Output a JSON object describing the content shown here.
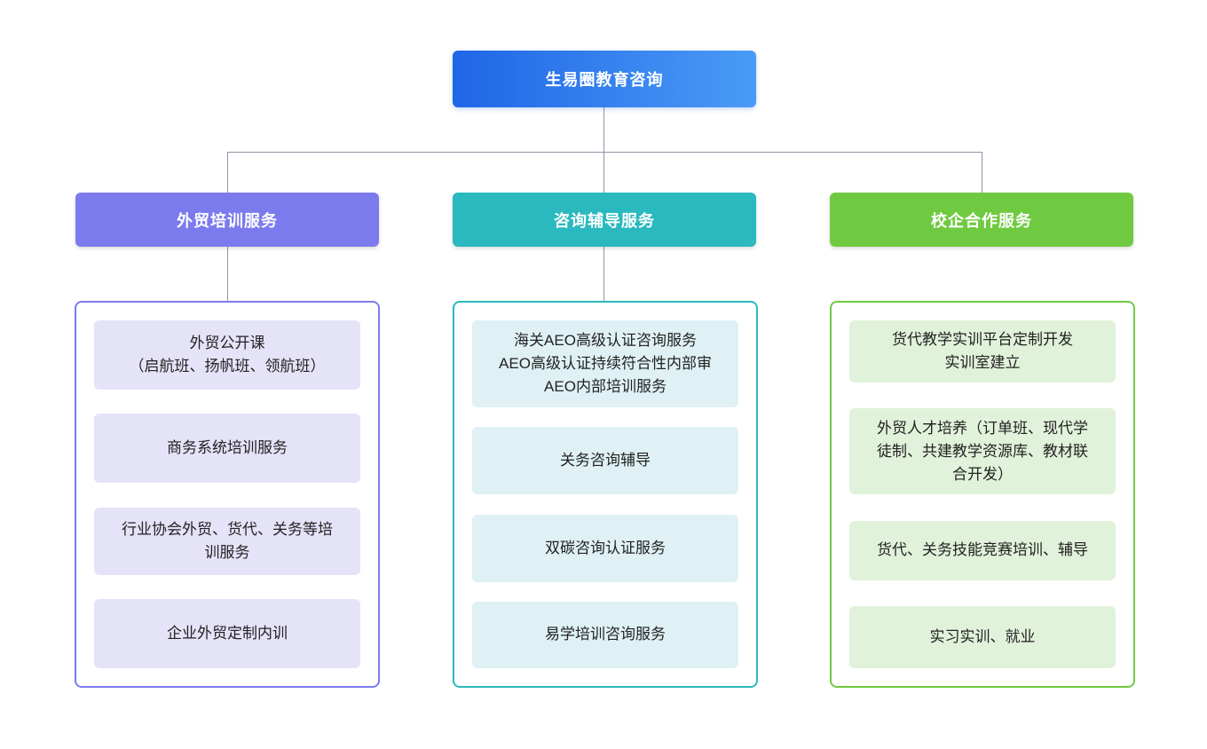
{
  "page": {
    "background": "#ffffff"
  },
  "root": {
    "label": "生易圈教育咨询",
    "gradient_left": "#2066e7",
    "gradient_right": "#4a9bf6",
    "text_color": "#ffffff"
  },
  "connectors": {
    "color": "#8d96a6"
  },
  "branches": [
    {
      "label": "外贸培训服务",
      "accent": "#7c7bee",
      "cell_bg": "#e5e3f8",
      "items": [
        "外贸公开课\n（启航班、扬帆班、领航班）",
        "商务系统培训服务",
        "行业协会外贸、货代、关务等培\n训服务",
        "企业外贸定制内训"
      ]
    },
    {
      "label": "咨询辅导服务",
      "accent": "#2ab9be",
      "cell_bg": "#dff1f4",
      "items": [
        "海关AEO高级认证咨询服务\nAEO高级认证持续符合性内部审\nAEO内部培训服务",
        "关务咨询辅导",
        "双碳咨询认证服务",
        "易学培训咨询服务"
      ]
    },
    {
      "label": "校企合作服务",
      "accent": "#70ca41",
      "cell_bg": "#e1f2da",
      "items": [
        "货代教学实训平台定制开发\n实训室建立",
        "外贸人才培养（订单班、现代学\n徒制、共建教学资源库、教材联\n合开发）",
        "货代、关务技能竞赛培训、辅导",
        "实习实训、就业"
      ]
    }
  ]
}
